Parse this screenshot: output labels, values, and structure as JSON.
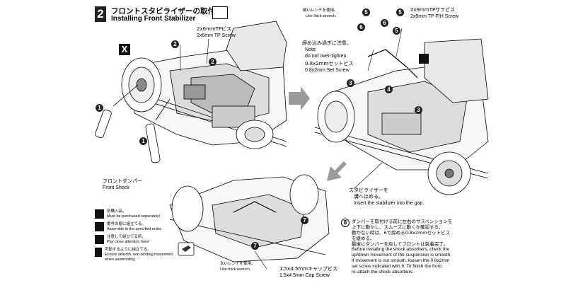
{
  "step": {
    "number": "2",
    "title_jp": "フロントスタビライザーの取付け",
    "title_en": "Installing Front Stabilizer"
  },
  "badges": {
    "x": "X"
  },
  "parts": {
    "tp_screw_jp": "2x6mmTPビス",
    "tp_screw_en": "2x6mm TP Screw",
    "tp_fh_jp": "2x9mmTPサラビス",
    "tp_fh_en": "2x9mm TP F/H Screw",
    "cap_screw_jp": "1.5x4.5mmキャップビス",
    "cap_screw_en": "1.5x4.5mm Cap Screw"
  },
  "callouts": {
    "front_shock_jp": "フロントダンパー",
    "front_shock_en": "Front Shock",
    "thick_wrench_jp": "細いレンチを使用。",
    "thick_wrench_en": "Use thick wrench.",
    "no_overtighten_jp": "締め込み過ぎに注意。",
    "no_overtighten_en1": "Note:",
    "no_overtighten_en2": "do not over-tighten.",
    "set_screw_jp": "0.8x2mmセットビス",
    "set_screw_en": "0.8x2mm Set Screw",
    "stabilizer_jp1": "スタビライザーを",
    "stabilizer_jp2": "溝へはめる。",
    "stabilizer_en": "Insert the stabilizer into the gap.",
    "thin_wrench_jp": "太いレンチを使用。",
    "thin_wrench_en": "Use thick wrench."
  },
  "numbers": {
    "n1": "1",
    "n2": "2",
    "n3": "3",
    "n4": "4",
    "n5": "5",
    "n6": "6",
    "n7": "7",
    "n8": "8"
  },
  "legend": [
    {
      "jp": "別購入品。",
      "en": "Must be purchased separately!"
    },
    {
      "jp": "番号の順に組立てる。",
      "en": "Assemble in the specified order."
    },
    {
      "jp": "注意して組立てる所。",
      "en": "Pay close attention here!"
    },
    {
      "jp": "可動するように組立てる。",
      "en": "Ensure smooth, non-binding movement when assembling."
    }
  ],
  "note8": {
    "jp": [
      "ダンパーを取付ける前に左右のサスペンションを",
      "上下に動かし、スムーズに動くか確認する。",
      "動かない時は、6で締める0.8x2mmセットビス",
      "を緩める。",
      "最後にダンパーを戻してフロントは装着完了。"
    ],
    "en": [
      "Before installing the shock absorbers, check the",
      "up/down movement of the suspension is smooth.",
      "If movement is not smooth, loosen the 0.8x2mm",
      "set screw indicated with 6. To finish the front,",
      "re-attach the shock absorbers."
    ]
  },
  "colors": {
    "ink": "#000000",
    "arrow": "#9a9a9a"
  }
}
